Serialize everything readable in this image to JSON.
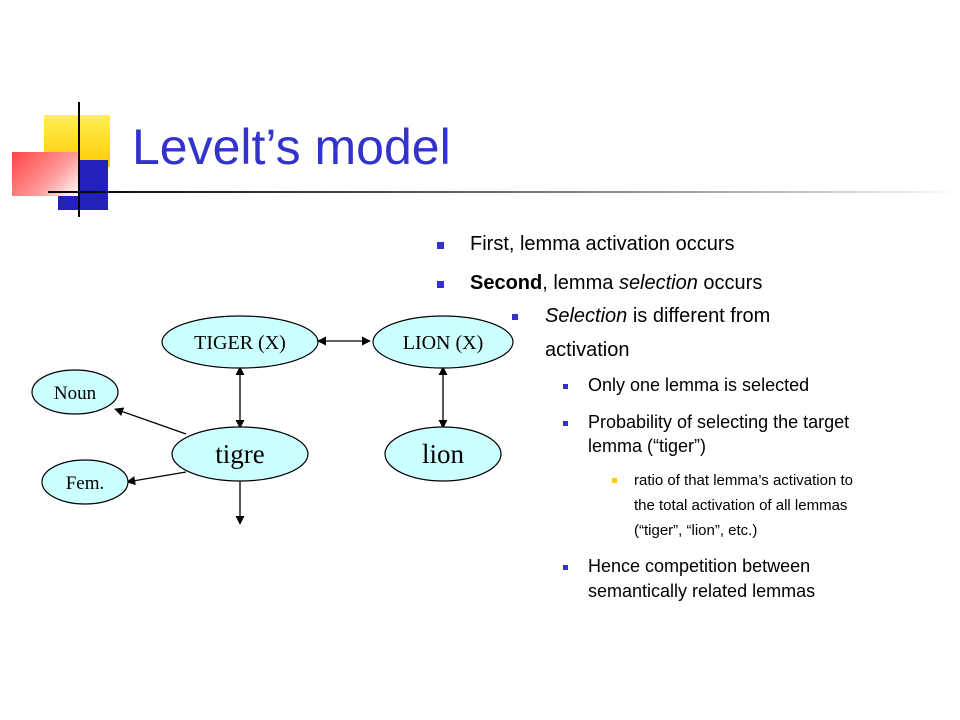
{
  "slide": {
    "title": "Levelt’s model",
    "bullets": {
      "b1": "First, lemma activation occurs",
      "b2_bold": "Second",
      "b2_rest_a": ", lemma ",
      "b2_ital": "selection",
      "b2_rest_b": " occurs",
      "b3_ital": "Selection",
      "b3_line1_rest": " is different from",
      "b3_line2": "activation",
      "b4": "Only one lemma is selected",
      "b5_line1": "Probability of selecting the target",
      "b5_line2": "lemma (“tiger”)",
      "b6_line1": "ratio of that lemma’s activation to",
      "b6_line2": "the total activation of all lemmas",
      "b6_line3": "(“tiger”, “lion”, etc.)",
      "b7_line1": "Hence competition between",
      "b7_line2": "semantically related lemmas"
    }
  },
  "diagram": {
    "tiger_x": "TIGER (X)",
    "lion_x": "LION (X)",
    "noun": "Noun",
    "tigre": "tigre",
    "lion": "lion",
    "fem": "Fem."
  },
  "colors": {
    "title": "#3333cc",
    "bullet": "#3333cc",
    "sub_bullet": "#ffcc00",
    "node_fill": "#ccffff"
  }
}
